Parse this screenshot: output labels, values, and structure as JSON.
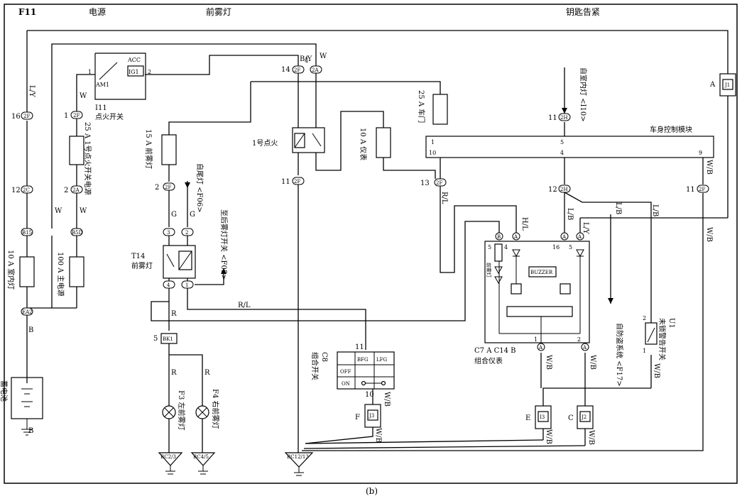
{
  "header": {
    "code": "F11",
    "section_power": "电源",
    "section_foglamp": "前雾灯",
    "section_key": "钥匙告紧"
  },
  "caption": "(b)",
  "ignition": {
    "acc": "ACC",
    "ig1": "IG1",
    "am1": "AM1",
    "pin1": "1",
    "pin2": "2",
    "id": "I11",
    "name": "点火开关"
  },
  "fuses": {
    "dome": "10 A 室内灯",
    "main": "100 A 主电源",
    "ig_fuse": "25 A 1号点火开关电源",
    "fog_fuse": "15 A 前雾灯",
    "door_fuse": "25 A 车门",
    "meter_fuse": "10 A 仪表"
  },
  "connectors": {
    "c2F": "2F",
    "c2C": "2C",
    "c2A": "2A",
    "c2H": "2H",
    "B15": "B15",
    "B5D": "B5D",
    "EA2": "EA2",
    "BK1": "BK1",
    "BC23": "BC2/3",
    "BC45": "BC4/5",
    "BC1213": "BC12/13",
    "J1": "J1",
    "J2": "J2",
    "J3": "J3",
    "I3": "I3",
    "A": "A",
    "B": "B"
  },
  "pins": {
    "p1": "1",
    "p2": "2",
    "p3": "3",
    "p4": "4",
    "p5": "5",
    "p9": "9",
    "p10": "10",
    "p11": "11",
    "p12": "12",
    "p13": "13",
    "p14": "14",
    "p16": "16"
  },
  "wires": {
    "LY": "L/Y",
    "W": "W",
    "B": "B",
    "BY": "B/Y",
    "G": "G",
    "R": "R",
    "RL": "R/L",
    "WB": "W/B",
    "LB": "L/B",
    "HL": "H/L"
  },
  "labels": {
    "battery": "蓄电池",
    "relay1": "1号点火",
    "tail_lamp": "自尾灯 <F06>",
    "rear_fog": "至后雾灯开关 <F05>",
    "relay_id": "T14",
    "relay_name": "前雾灯",
    "left_fog": "F3 左前雾灯",
    "right_fog": "F4 右前雾灯",
    "dome_in": "自室内灯 <I10>",
    "bcm": "车身控制模块",
    "switch_id": "C8",
    "switch_name": "组合开关",
    "sw_bfg": "BFG",
    "sw_lfg": "LFG",
    "sw_off": "OFF",
    "sw_on": "ON",
    "meter_ids": "C7 A C14 B",
    "meter_name": "组合仪表",
    "buzzer": "BUZZER",
    "fog_ind": "前雾灯",
    "theft": "自防盗系统 <F17>",
    "unlock_id": "U1",
    "unlock_name": "未锁警告开关",
    "E": "E",
    "C": "C",
    "F": "F"
  }
}
